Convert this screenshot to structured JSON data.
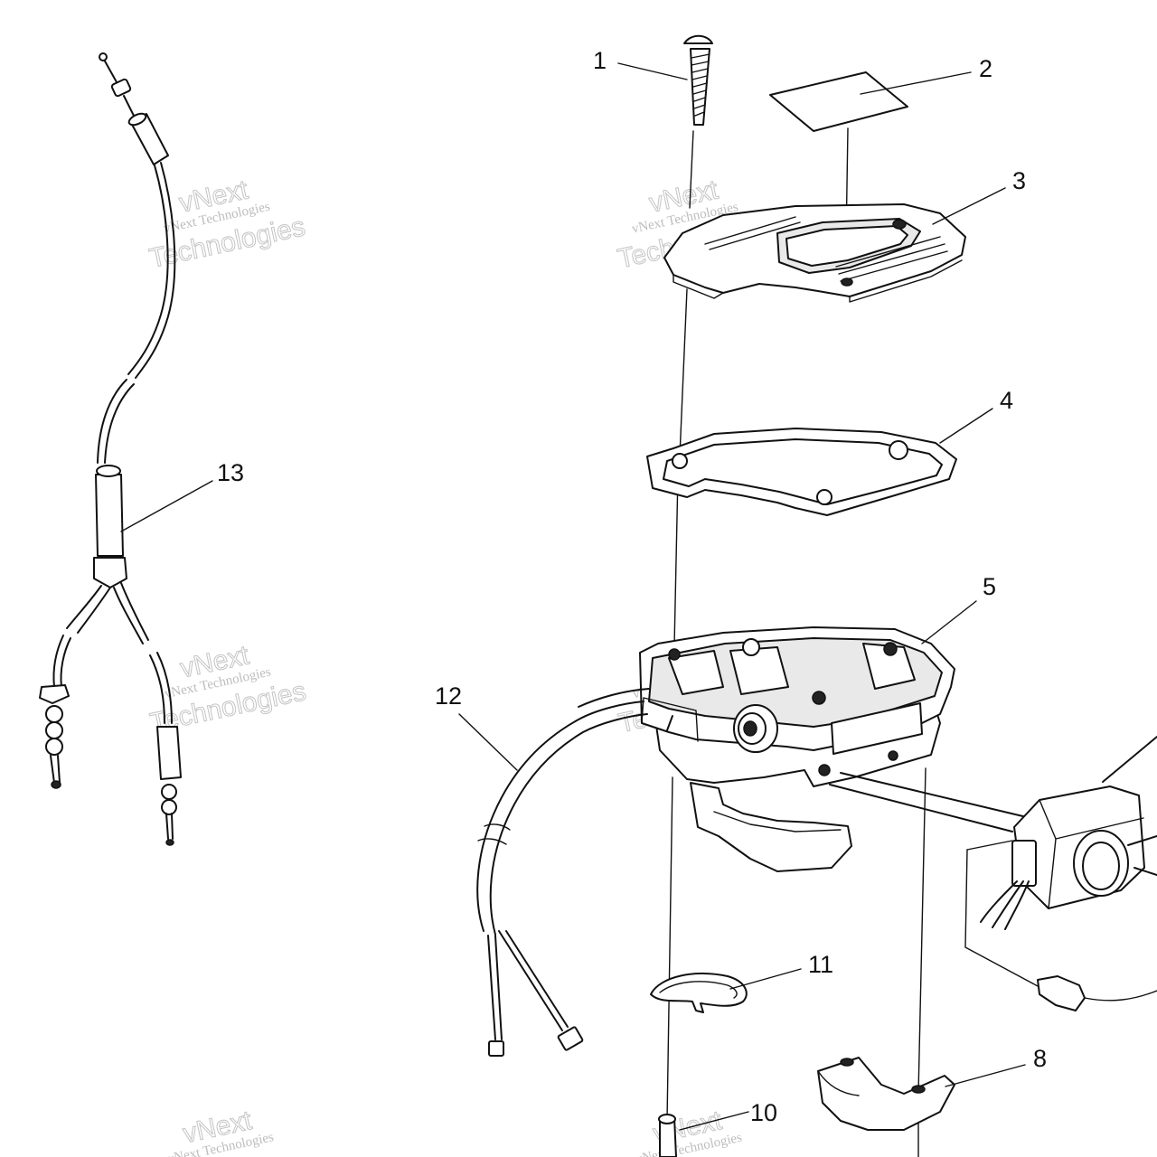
{
  "labels": [
    {
      "id": "1",
      "text": "1"
    },
    {
      "id": "2",
      "text": "2"
    },
    {
      "id": "3",
      "text": "3"
    },
    {
      "id": "4",
      "text": "4"
    },
    {
      "id": "5",
      "text": "5"
    },
    {
      "id": "8",
      "text": "8"
    },
    {
      "id": "10",
      "text": "10"
    },
    {
      "id": "11",
      "text": "11"
    },
    {
      "id": "12",
      "text": "12"
    },
    {
      "id": "13",
      "text": "13"
    }
  ],
  "watermark": {
    "brand": "vNext",
    "company": "vNext Technologies",
    "word": "Technologies"
  }
}
